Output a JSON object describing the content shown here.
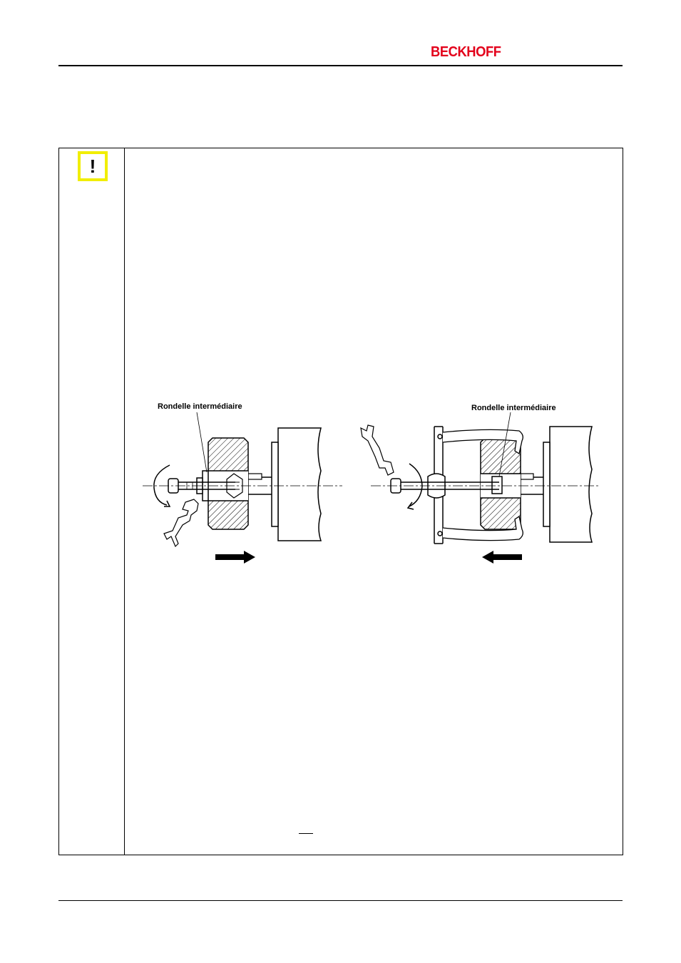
{
  "header": {
    "brand": "BECKHOFF"
  },
  "caution": {
    "symbol": "!"
  },
  "figure": {
    "left_label": "Rondelle intermédiaire",
    "right_label": "Rondelle intermédiaire"
  },
  "colors": {
    "brand": "#e3001b",
    "caution": "#f1ee00"
  }
}
